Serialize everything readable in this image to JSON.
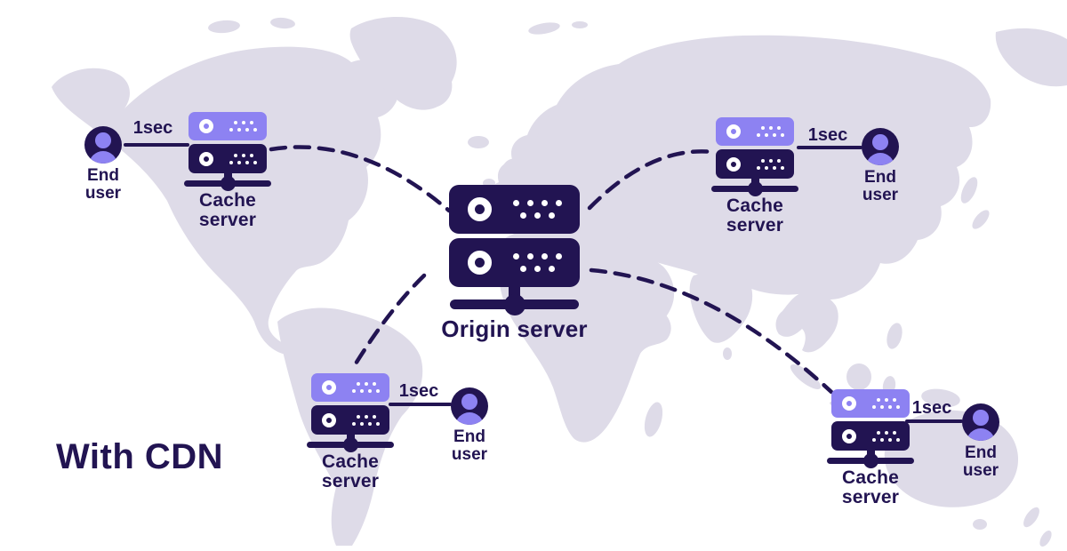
{
  "title": {
    "label": "With CDN"
  },
  "colors": {
    "navy": "#221452",
    "purple": "#8D82F2",
    "map_land": "#DEDBE8",
    "bg": "#FFFFFF"
  },
  "origin": {
    "label": "Origin server"
  },
  "nodes": {
    "top_left": {
      "cache_label": "Cache server",
      "latency": "1sec",
      "user_label": "End user"
    },
    "top_right": {
      "cache_label": "Cache server",
      "latency": "1sec",
      "user_label": "End user"
    },
    "bottom_left": {
      "cache_label": "Cache server",
      "latency": "1sec",
      "user_label": "End user"
    },
    "bottom_right": {
      "cache_label": "Cache server",
      "latency": "1sec",
      "user_label": "End user"
    }
  }
}
